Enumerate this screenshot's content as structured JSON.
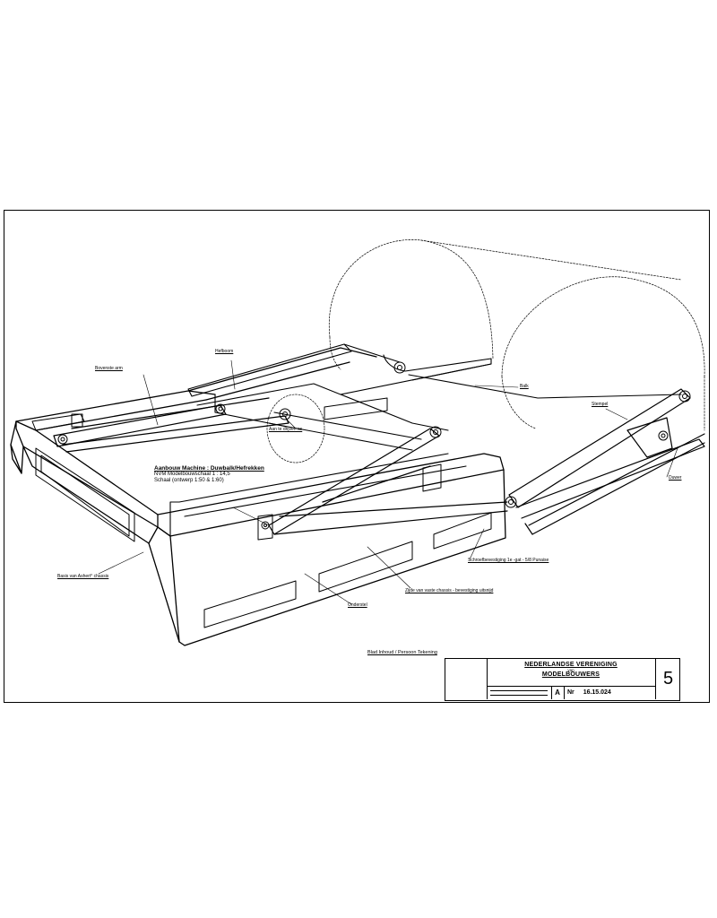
{
  "labels": {
    "hefboom": "Hefboom",
    "bovenste_arm": "Bovenste arm",
    "aandrijf_as": "Aan te drijven as",
    "balk": "Balk",
    "stempel": "Stempel",
    "aanduwer": "Duwer",
    "basis": "Basis van Ashert° chassis",
    "onderstel": "Onderstel",
    "bijgewerkt": "Zijde van vaste chassis - bevestiging uitsnijd",
    "spoelschroef": "Schroefbevestiging 1e -gat - 5/8 Punaise"
  },
  "note": {
    "title": "Aanbouw Machine : Duwbalk/Hefrekken",
    "line1": "NVM Modelbouwschaal 1 : 14,5",
    "line2": "Schaal (ontwerp 1:50 & 1:60)"
  },
  "drawing_number_note": "Blad Inhoud / Persoon Tekening",
  "title_block": {
    "org_line1": "NEDERLANDSE VERENIGING",
    "org_line2": "van",
    "org_line3": "MODELBOUWERS",
    "sheet_letter": "A",
    "nr_label": "Nr",
    "nr_value": "16.15.024",
    "sheet_number": "5"
  }
}
